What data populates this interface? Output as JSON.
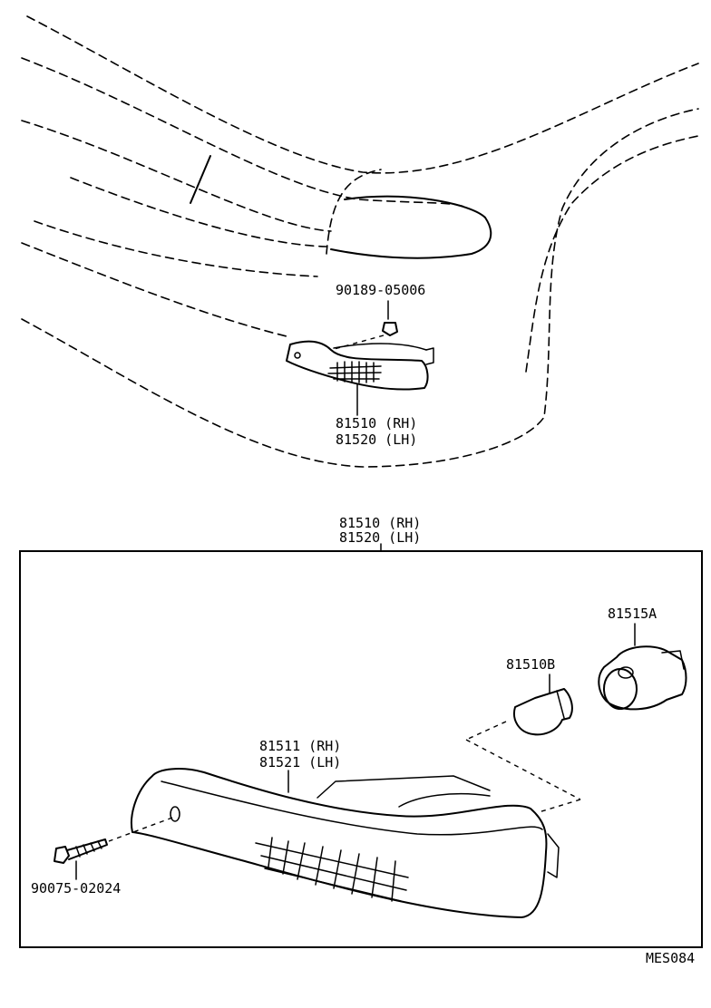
{
  "labels": {
    "clip": "90189-05006",
    "lamp_upper_rh": "81510 (RH)",
    "lamp_upper_lh": "81520 (LH)",
    "box_rh": "81510 (RH)",
    "box_lh": "81520 (LH)",
    "socket": "81515A",
    "bulb": "81510B",
    "lens_rh": "81511 (RH)",
    "lens_lh": "81521 (LH)",
    "screw": "90075-02024",
    "figure_code": "MES084"
  }
}
